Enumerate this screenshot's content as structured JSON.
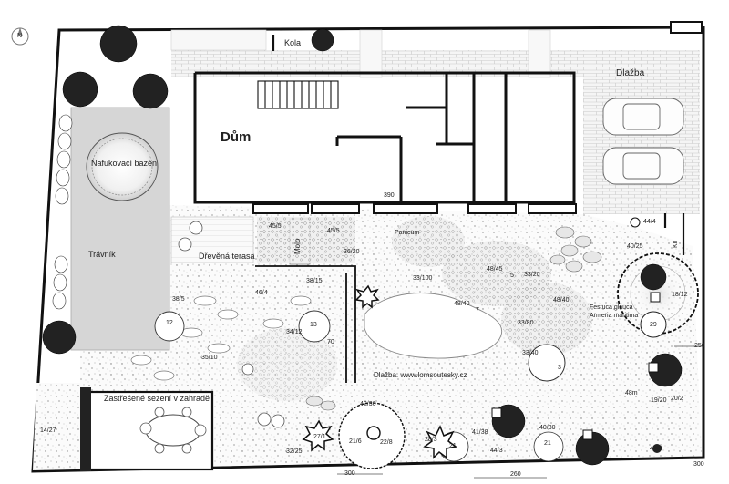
{
  "labels": {
    "house": "Dům",
    "pool": "Nafukovací bazén",
    "lawn": "Trávník",
    "paving": "Dlažba",
    "bikes": "Kola",
    "terrace": "Dřevěná terasa",
    "pier": "Molo",
    "pavingSource": "Dlažba: www.lomsoutesky.cz",
    "covered": "Zastřešené sezení v zahradě",
    "festuca": "Festuca glauca",
    "armeria": "Armeria maritima",
    "panicum": "Panicum",
    "compass": "N",
    "cornerTag": "Kn"
  },
  "dimensions": {
    "d390": "390",
    "d300a": "300",
    "d260": "260",
    "d300b": "300",
    "d250": "250",
    "d70": "70",
    "d48m": "48m"
  },
  "plantCodes": [
    "38/5",
    "46/4",
    "38/15",
    "36/20",
    "45/5",
    "45/5",
    "33/100",
    "48/45",
    "33/20",
    "48/40",
    "48/40",
    "33/80",
    "33/40",
    "40/25",
    "18/12",
    "29",
    "12",
    "13",
    "34/12",
    "35/10",
    "42/36",
    "21/6",
    "22/8",
    "27/1",
    "28/3",
    "41/38",
    "44/3",
    "40/30",
    "21",
    "19/20",
    "20/2",
    "44/3",
    "32/25",
    "14/27",
    "4",
    "4",
    "4",
    "3",
    "21",
    "5",
    "7",
    "44/4"
  ],
  "colors": {
    "lawn": "#d6d6d6",
    "paving": "#f4f4f4",
    "wall": "#111111",
    "gravel": "#f7f7f7"
  }
}
